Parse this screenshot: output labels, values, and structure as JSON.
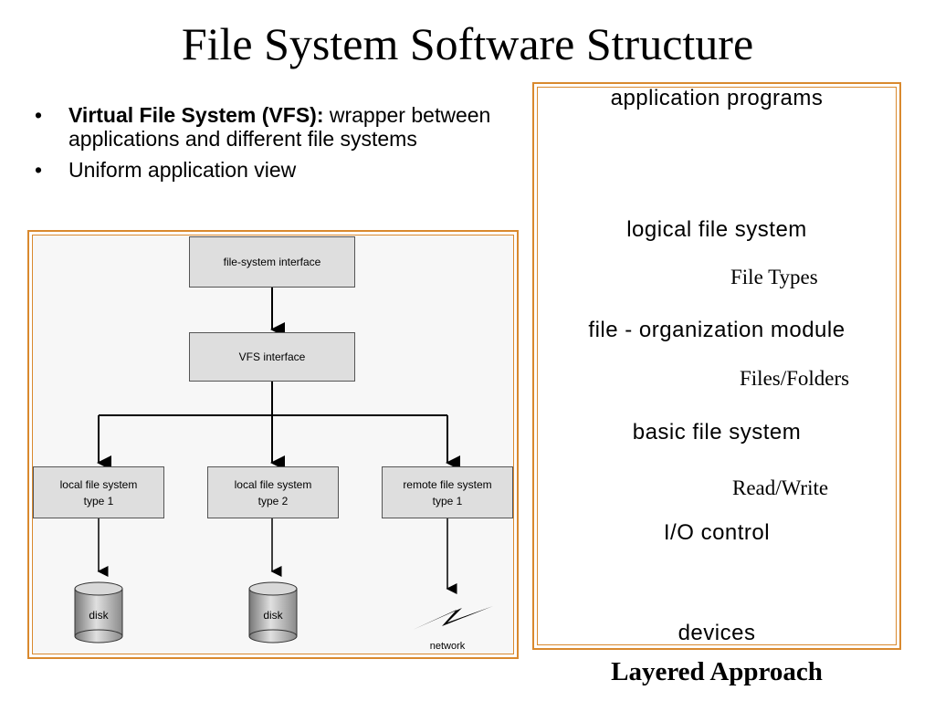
{
  "title": "File System Software Structure",
  "bullets": [
    {
      "bold": "Virtual File System (VFS):",
      "text": " wrapper between applications and different file systems"
    },
    {
      "bold": "",
      "text": "Uniform application view"
    }
  ],
  "vfs_diagram": {
    "top_box": "file-system interface",
    "mid_box": "VFS interface",
    "fs_boxes": [
      {
        "line1": "local file system",
        "line2": "type 1"
      },
      {
        "line1": "local file system",
        "line2": "type 2"
      },
      {
        "line1": "remote file system",
        "line2": "type 1"
      }
    ],
    "disk_label": "disk",
    "network_label": "network"
  },
  "layers": [
    "application programs",
    "logical file system",
    "file - organization module",
    "basic file system",
    "I/O control",
    "devices"
  ],
  "arrow_notes": [
    "File Types",
    "Files/Folders",
    "Read/Write"
  ],
  "caption": "Layered Approach"
}
